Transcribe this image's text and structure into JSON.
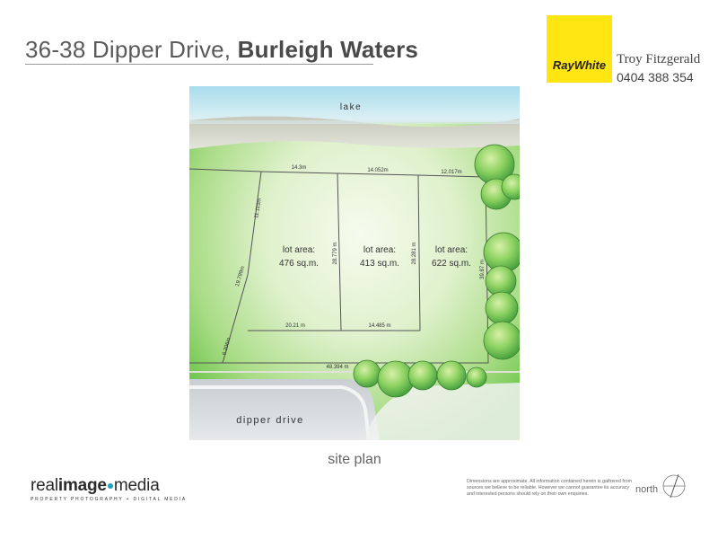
{
  "header": {
    "address": "36-38 Dipper Drive, ",
    "suburb": "Burleigh Waters"
  },
  "agency": {
    "logo_text": "RayWhite",
    "agent_name": "Troy Fitzgerald",
    "agent_phone": "0404 388 354",
    "brand_color": "#ffe512"
  },
  "map": {
    "lake_label": "lake",
    "road_label": "dipper drive",
    "lots": [
      {
        "area_label": "lot area:",
        "area_value": "476 sq.m."
      },
      {
        "area_label": "lot area:",
        "area_value": "413 sq.m."
      },
      {
        "area_label": "lot area:",
        "area_value": "622 sq.m."
      }
    ],
    "dimensions": {
      "top_1": "14.3m",
      "top_2": "14.052m",
      "top_3": "12.017m",
      "left_upper": "11.119m",
      "left_middle": "19.799m",
      "left_lower": "6.206m",
      "divider_1": "28.779 m",
      "divider_2": "28.281 m",
      "right": "39.87 m",
      "inner_bottom_1": "20.21 m",
      "inner_bottom_2": "14.485 m",
      "frontage": "48.394 m"
    },
    "colors": {
      "water": "#c3e6f1",
      "sand": "#d6d7cd",
      "grass_light": "#eff8e1",
      "grass_dark": "#6cc54c",
      "road": "#d8dcdf"
    }
  },
  "caption": "site plan",
  "footer": {
    "media_logo_a": "real",
    "media_logo_b": "image",
    "media_logo_c": "media",
    "media_tagline": "PROPERTY PHOTOGRAPHY + DIGITAL MEDIA",
    "disclaimer": "Dimensions are approximate.  All information contained herein is gathered from sources we believe to be reliable.  However we cannot guarantee its accuracy and interested persons should rely on their own enquiries.",
    "north_label": "north"
  }
}
